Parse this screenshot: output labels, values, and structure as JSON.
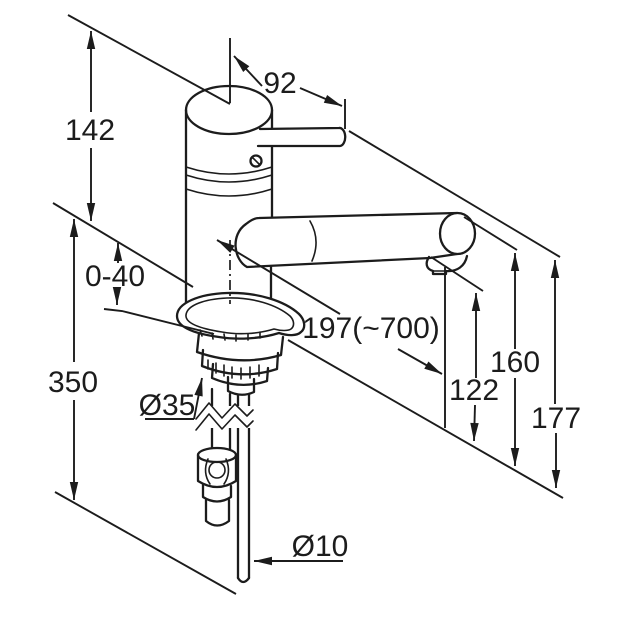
{
  "window": {
    "background": "#ffffff",
    "line_color": "#1c1c1c"
  },
  "diagram": {
    "kind": "technical dimension drawing of a single-lever kitchen mixer tap",
    "labels": {
      "dim_142": "142",
      "dim_92": "92",
      "dim_0_40": "0-40",
      "dim_350": "350",
      "dim_o35": "Ø35",
      "dim_197": "197(~700)",
      "dim_122": "122",
      "dim_160": "160",
      "dim_177": "177",
      "dim_o10": "Ø10"
    },
    "dimension_labels": [
      "142",
      "92",
      "0-40",
      "350",
      "Ø35",
      "197(~700)",
      "122",
      "160",
      "177",
      "Ø10"
    ]
  }
}
